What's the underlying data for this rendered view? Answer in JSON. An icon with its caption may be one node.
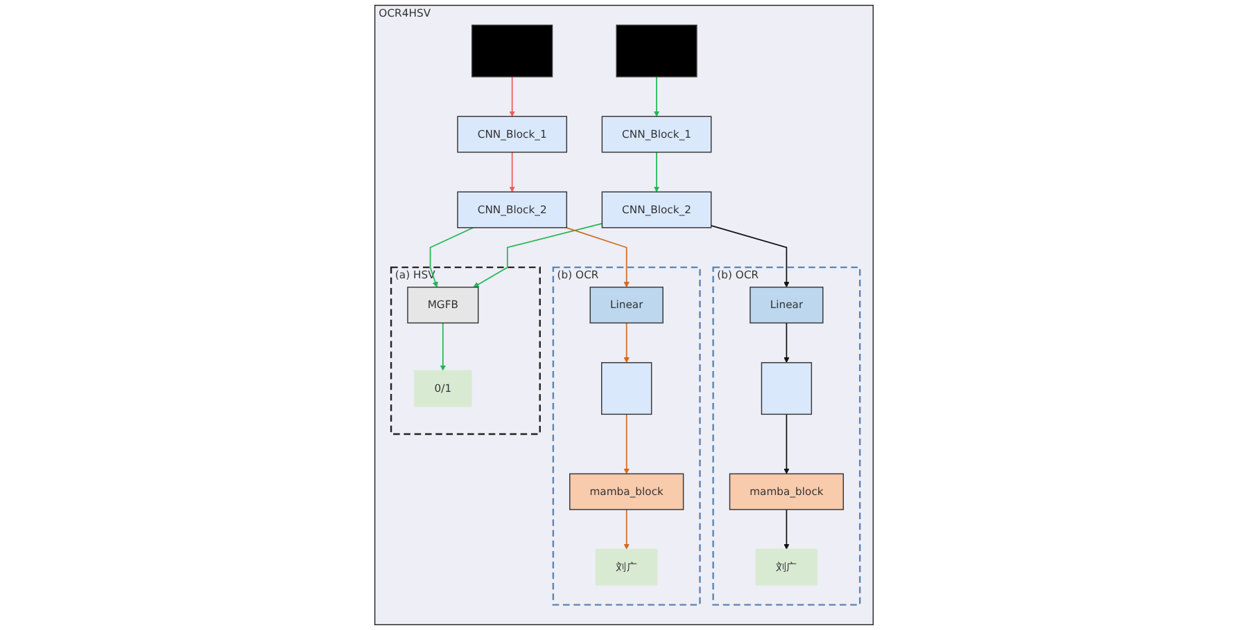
{
  "diagram": {
    "nodes": [
      {
        "text": [
          "OCR4HSV"
        ]
      },
      {
        "text": [
          "(a) HSV"
        ],
        "in": 0
      },
      {
        "text": [
          "(b) OCR"
        ],
        "in": 0
      },
      {
        "text": [
          "(b) OCR"
        ],
        "in": 0
      },
      {
        "text": [
          "刘广"
        ],
        "in": 2
      },
      {
        "text": [],
        "shape": "picture",
        "in": 0
      },
      {
        "text": [],
        "shape": "picture",
        "in": 0
      },
      {
        "text": [
          "刘广"
        ],
        "in": 3
      },
      {
        "text": [
          "mamba_block"
        ],
        "in": 2
      },
      {
        "text": [
          "CNN_Block_1"
        ],
        "in": 0
      },
      {
        "text": [
          "CNN_Block_1"
        ],
        "in": 0
      },
      {
        "text": [
          "mamba_block"
        ],
        "in": 3
      },
      {
        "text": [],
        "shape": "box",
        "in": 2
      },
      {
        "text": [
          "CNN_Block_2"
        ],
        "in": 0
      },
      {
        "text": [
          "MGFB"
        ],
        "in": 1
      },
      {
        "text": [
          "CNN_Block_2"
        ],
        "in": 0
      },
      {
        "text": [],
        "shape": "box",
        "in": 3
      },
      {
        "text": [
          "Linear"
        ],
        "in": 2
      },
      {
        "text": [
          "0/1"
        ],
        "in": 1
      },
      {
        "text": [
          "Linear"
        ],
        "in": 3
      }
    ],
    "edges": [
      {
        "from": 5,
        "to": 9,
        "arrow": "to",
        "color": "#f05a5a"
      },
      {
        "from": 9,
        "to": 13,
        "arrow": "to",
        "color": "#f05a5a"
      },
      {
        "from": 6,
        "to": 10,
        "arrow": "to",
        "color": "#1db954"
      },
      {
        "from": 10,
        "to": 15,
        "arrow": "to",
        "color": "#1db954"
      },
      {
        "from": 13,
        "to": 14,
        "arrow": "to",
        "color": "#1db954"
      },
      {
        "from": 15,
        "to": 14,
        "arrow": "to",
        "color": "#1db954"
      },
      {
        "from": 14,
        "to": 18,
        "arrow": "to",
        "color": "#1db954"
      },
      {
        "from": 13,
        "to": 17,
        "arrow": "to",
        "color": "#d2691e"
      },
      {
        "from": 17,
        "to": 12,
        "arrow": "to",
        "color": "#d2691e"
      },
      {
        "from": 12,
        "to": 8,
        "arrow": "to",
        "color": "#d2691e"
      },
      {
        "from": 8,
        "to": 4,
        "arrow": "to",
        "color": "#d2691e"
      },
      {
        "from": 15,
        "to": 19,
        "arrow": "to",
        "color": "#111111"
      },
      {
        "from": 19,
        "to": 16,
        "arrow": "to",
        "color": "#111111"
      },
      {
        "from": 16,
        "to": 11,
        "arrow": "to",
        "color": "#111111"
      },
      {
        "from": 11,
        "to": 7,
        "arrow": "to",
        "color": "#111111"
      }
    ]
  }
}
